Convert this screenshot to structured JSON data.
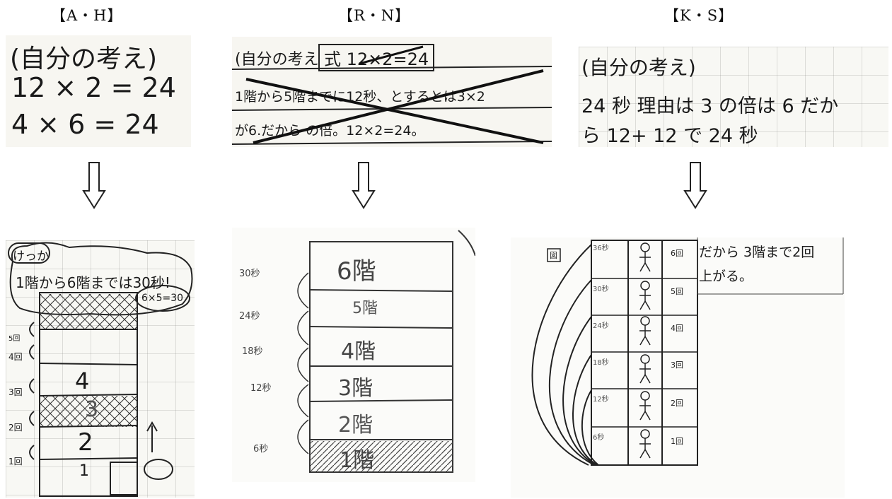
{
  "labels": {
    "ah": "【A・H】",
    "rn": "【R・N】",
    "ks": "【K・S】"
  },
  "ah_notebook": {
    "heading": "(自分の考え)",
    "line1": "12 × 2 = 24",
    "line2": "4 × 6 = 24"
  },
  "rn_notebook": {
    "heading": "(自分の考え",
    "formula": "式 12×2=24",
    "line1": "1階から5階までに12秒、とするとは3×2",
    "line2": "が6.だから の倍。12×2=24。"
  },
  "ks_notebook": {
    "heading": "(自分の考え)",
    "line1": "24 秒 理由は 3 の倍は 6 だか",
    "line2": "ら 12+ 12 で 24 秒"
  },
  "ah_drawing": {
    "title": "けっか",
    "result": "1階から6階までは30秒!",
    "formula": "6×5=30",
    "floor4": "4",
    "floor3": "3",
    "floor2": "2",
    "floor1": "1",
    "side_labels": [
      "5回",
      "4回",
      "3回",
      "2回",
      "1回"
    ]
  },
  "rn_drawing": {
    "floors": [
      "6階",
      "5階",
      "4階",
      "3階",
      "2階",
      "1階"
    ],
    "times": [
      "30秒",
      "24秒",
      "18秒",
      "12秒",
      "6秒"
    ]
  },
  "ks_drawing": {
    "note_line1": "だから 3階まで2回",
    "note_line2": "上がる。",
    "box_label": "図",
    "times": [
      "36秒",
      "30秒",
      "24秒",
      "18秒",
      "12秒",
      "6秒"
    ],
    "counts": [
      "6回",
      "5回",
      "4回",
      "3回",
      "2回",
      "1回"
    ]
  }
}
